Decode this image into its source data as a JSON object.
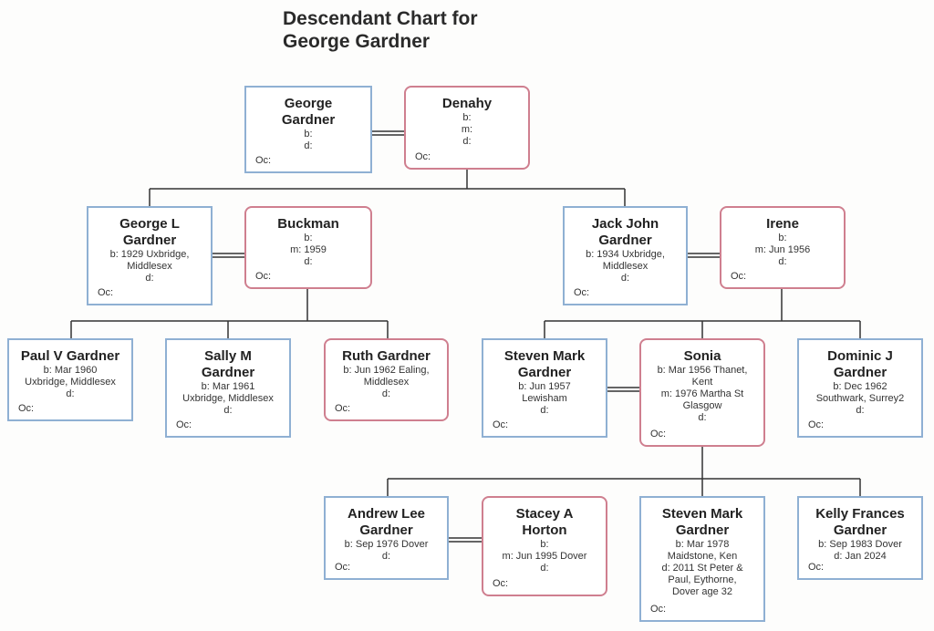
{
  "title": [
    "Descendant Chart for",
    "George Gardner"
  ],
  "people": [
    {
      "id": "george-gardner",
      "sex": "male",
      "name": [
        "George",
        "Gardner"
      ],
      "details": [
        "b:",
        "d:"
      ],
      "oc": "Oc:"
    },
    {
      "id": "denahy",
      "sex": "female",
      "name": [
        "Denahy"
      ],
      "details": [
        "b:",
        "m:",
        "d:"
      ],
      "oc": "Oc:"
    },
    {
      "id": "george-l-gardner",
      "sex": "male",
      "name": [
        "George L",
        "Gardner"
      ],
      "details": [
        "b: 1929 Uxbridge,",
        "Middlesex",
        "d:"
      ],
      "oc": "Oc:"
    },
    {
      "id": "buckman",
      "sex": "female",
      "name": [
        "Buckman"
      ],
      "details": [
        "b:",
        "m: 1959",
        "d:"
      ],
      "oc": "Oc:"
    },
    {
      "id": "jack-john-gardner",
      "sex": "male",
      "name": [
        "Jack John",
        "Gardner"
      ],
      "details": [
        "b: 1934 Uxbridge,",
        "Middlesex",
        "d:"
      ],
      "oc": "Oc:"
    },
    {
      "id": "irene",
      "sex": "female",
      "name": [
        "Irene"
      ],
      "details": [
        "b:",
        "m: Jun 1956",
        "d:"
      ],
      "oc": "Oc:"
    },
    {
      "id": "paul-v-gardner",
      "sex": "male",
      "name": [
        "Paul V Gardner"
      ],
      "details": [
        "b: Mar 1960",
        "Uxbridge, Middlesex",
        "d:"
      ],
      "oc": "Oc:"
    },
    {
      "id": "sally-m-gardner",
      "sex": "male",
      "name": [
        "Sally M",
        "Gardner"
      ],
      "details": [
        "b: Mar 1961",
        "Uxbridge, Middlesex",
        "d:"
      ],
      "oc": "Oc:"
    },
    {
      "id": "ruth-gardner",
      "sex": "female",
      "name": [
        "Ruth Gardner"
      ],
      "details": [
        "b: Jun 1962 Ealing,",
        "Middlesex",
        "d:"
      ],
      "oc": "Oc:"
    },
    {
      "id": "steven-mark-gardner-1957",
      "sex": "male",
      "name": [
        "Steven Mark",
        "Gardner"
      ],
      "details": [
        "b: Jun 1957",
        "Lewisham",
        "d:"
      ],
      "oc": "Oc:"
    },
    {
      "id": "sonia",
      "sex": "female",
      "name": [
        "Sonia"
      ],
      "details": [
        "b: Mar 1956 Thanet,",
        "Kent",
        "m: 1976 Martha St",
        "Glasgow",
        "d:"
      ],
      "oc": "Oc:"
    },
    {
      "id": "dominic-j-gardner",
      "sex": "male",
      "name": [
        "Dominic J",
        "Gardner"
      ],
      "details": [
        "b: Dec 1962",
        "Southwark, Surrey2",
        "d:"
      ],
      "oc": "Oc:"
    },
    {
      "id": "andrew-lee-gardner",
      "sex": "male",
      "name": [
        "Andrew Lee",
        "Gardner"
      ],
      "details": [
        "b: Sep 1976 Dover",
        "d:"
      ],
      "oc": "Oc:"
    },
    {
      "id": "stacey-a-horton",
      "sex": "female",
      "name": [
        "Stacey A",
        "Horton"
      ],
      "details": [
        "b:",
        "m: Jun 1995 Dover",
        "d:"
      ],
      "oc": "Oc:"
    },
    {
      "id": "steven-mark-gardner-1978",
      "sex": "male",
      "name": [
        "Steven Mark",
        "Gardner"
      ],
      "details": [
        "b: Mar 1978",
        "Maidstone, Ken",
        "d: 2011 St Peter &",
        "Paul, Eythorne,",
        "Dover age 32"
      ],
      "oc": "Oc:"
    },
    {
      "id": "kelly-frances-gardner",
      "sex": "male",
      "name": [
        "Kelly Frances",
        "Gardner"
      ],
      "details": [
        "b: Sep 1983 Dover",
        "d: Jan 2024"
      ],
      "oc": "Oc:"
    }
  ],
  "colors": {
    "male_border": "#8fb0d3",
    "female_border": "#cf7f8f",
    "line": "#333333"
  }
}
